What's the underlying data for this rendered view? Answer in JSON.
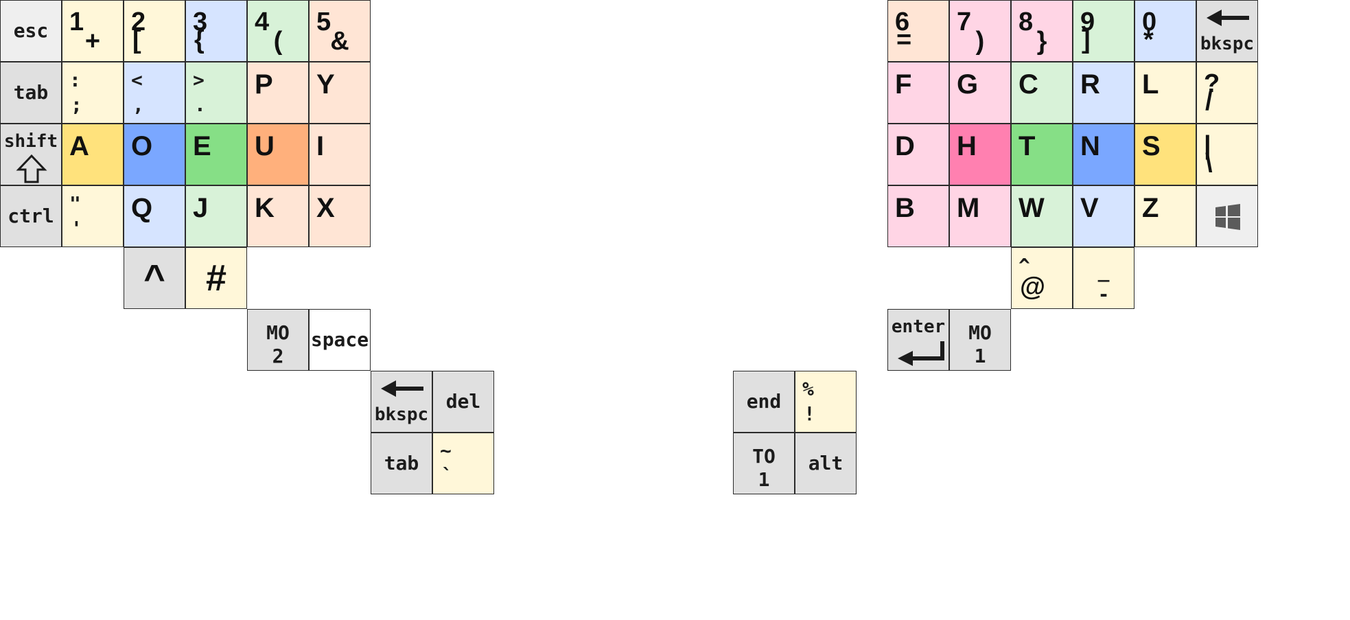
{
  "colors": {
    "gray": "#e0e0e0",
    "light_gray": "#efefef",
    "white": "#ffffff",
    "yellow_light": "#fff7d9",
    "yellow_home": "#ffe27c",
    "blue_light": "#d6e4ff",
    "blue_home": "#7aa7ff",
    "green_light": "#d8f2d8",
    "green_home": "#86df86",
    "peach_light": "#ffe5d5",
    "orange_home": "#ffb07c",
    "pink_light": "#ffd5e5",
    "pink_home": "#ff80b0"
  },
  "keys": [
    {
      "id": "esc",
      "name": "key-esc",
      "color": "light_gray",
      "labels": [
        {
          "text": "esc",
          "font": "mono",
          "pos": "center"
        }
      ]
    },
    {
      "id": "n1",
      "name": "key-1-plus",
      "color": "yellow_light",
      "labels": [
        {
          "text": "1",
          "font": "sans",
          "pos": "tl"
        },
        {
          "text": "+",
          "font": "sans",
          "pos": "bc"
        }
      ]
    },
    {
      "id": "n2",
      "name": "key-2-bracket",
      "color": "yellow_light",
      "labels": [
        {
          "text": "2",
          "font": "sans",
          "pos": "tl"
        },
        {
          "text": "[",
          "font": "sans",
          "pos": "bl"
        }
      ]
    },
    {
      "id": "n3",
      "name": "key-3-brace",
      "color": "blue_light",
      "labels": [
        {
          "text": "3",
          "font": "sans",
          "pos": "tl"
        },
        {
          "text": "{",
          "font": "sans",
          "pos": "bl"
        }
      ]
    },
    {
      "id": "n4",
      "name": "key-4-paren",
      "color": "green_light",
      "labels": [
        {
          "text": "4",
          "font": "sans",
          "pos": "tl"
        },
        {
          "text": "(",
          "font": "sans",
          "pos": "bc"
        }
      ]
    },
    {
      "id": "n5",
      "name": "key-5-ampersand",
      "color": "peach_light",
      "labels": [
        {
          "text": "5",
          "font": "sans",
          "pos": "tl"
        },
        {
          "text": "&",
          "font": "sans",
          "pos": "bc"
        }
      ]
    },
    {
      "id": "tab_l",
      "name": "key-tab",
      "color": "gray",
      "labels": [
        {
          "text": "tab",
          "font": "mono",
          "pos": "center"
        }
      ]
    },
    {
      "id": "colon",
      "name": "key-colon-semicolon",
      "color": "yellow_light",
      "labels": [
        {
          "text": ":",
          "font": "mono",
          "pos": "tl"
        },
        {
          "text": ";",
          "font": "mono",
          "pos": "bl"
        }
      ]
    },
    {
      "id": "lt",
      "name": "key-less-comma",
      "color": "blue_light",
      "labels": [
        {
          "text": "<",
          "font": "mono",
          "pos": "tl"
        },
        {
          "text": ",",
          "font": "mono",
          "pos": "bl"
        }
      ]
    },
    {
      "id": "gt",
      "name": "key-greater-period",
      "color": "green_light",
      "labels": [
        {
          "text": ">",
          "font": "mono",
          "pos": "tl"
        },
        {
          "text": ".",
          "font": "mono",
          "pos": "bl"
        }
      ]
    },
    {
      "id": "P",
      "name": "key-p",
      "color": "peach_light",
      "labels": [
        {
          "text": "P",
          "font": "sans",
          "pos": "tl"
        }
      ]
    },
    {
      "id": "Y",
      "name": "key-y",
      "color": "peach_light",
      "labels": [
        {
          "text": "Y",
          "font": "sans",
          "pos": "tl"
        }
      ]
    },
    {
      "id": "shift",
      "name": "key-shift",
      "color": "gray",
      "labels": [
        {
          "text": "shift",
          "font": "mono",
          "pos": "top"
        }
      ],
      "icon": "shift-arrow-icon"
    },
    {
      "id": "A",
      "name": "key-a",
      "color": "yellow_home",
      "labels": [
        {
          "text": "A",
          "font": "sans",
          "pos": "tl"
        }
      ]
    },
    {
      "id": "O",
      "name": "key-o",
      "color": "blue_home",
      "labels": [
        {
          "text": "O",
          "font": "sans",
          "pos": "tl"
        }
      ]
    },
    {
      "id": "E",
      "name": "key-e",
      "color": "green_home",
      "labels": [
        {
          "text": "E",
          "font": "sans",
          "pos": "tl"
        }
      ]
    },
    {
      "id": "U",
      "name": "key-u",
      "color": "orange_home",
      "labels": [
        {
          "text": "U",
          "font": "sans",
          "pos": "tl"
        }
      ]
    },
    {
      "id": "I",
      "name": "key-i",
      "color": "peach_light",
      "labels": [
        {
          "text": "I",
          "font": "sans",
          "pos": "tl"
        }
      ]
    },
    {
      "id": "ctrl",
      "name": "key-ctrl",
      "color": "gray",
      "labels": [
        {
          "text": "ctrl",
          "font": "mono",
          "pos": "center"
        }
      ]
    },
    {
      "id": "quote",
      "name": "key-quote",
      "color": "yellow_light",
      "labels": [
        {
          "text": "\"",
          "font": "mono",
          "pos": "tl"
        },
        {
          "text": "'",
          "font": "mono",
          "pos": "bl"
        }
      ]
    },
    {
      "id": "Q",
      "name": "key-q",
      "color": "blue_light",
      "labels": [
        {
          "text": "Q",
          "font": "sans",
          "pos": "tl"
        }
      ]
    },
    {
      "id": "J",
      "name": "key-j",
      "color": "green_light",
      "labels": [
        {
          "text": "J",
          "font": "sans",
          "pos": "tl"
        }
      ]
    },
    {
      "id": "K",
      "name": "key-k",
      "color": "peach_light",
      "labels": [
        {
          "text": "K",
          "font": "sans",
          "pos": "tl"
        }
      ]
    },
    {
      "id": "X",
      "name": "key-x",
      "color": "peach_light",
      "labels": [
        {
          "text": "X",
          "font": "sans",
          "pos": "tl"
        }
      ]
    },
    {
      "id": "caret_l",
      "name": "key-caret",
      "color": "gray",
      "labels": [
        {
          "text": "^",
          "font": "sans",
          "pos": "center"
        }
      ]
    },
    {
      "id": "hash",
      "name": "key-hash",
      "color": "yellow_light",
      "labels": [
        {
          "text": "#",
          "font": "sans",
          "pos": "center"
        }
      ]
    },
    {
      "id": "mo2",
      "name": "key-mo-2",
      "color": "gray",
      "labels": [
        {
          "text": "MO",
          "font": "mono",
          "pos": "c1"
        },
        {
          "text": "2",
          "font": "mono",
          "pos": "c2"
        }
      ]
    },
    {
      "id": "space",
      "name": "key-space",
      "color": "white",
      "labels": [
        {
          "text": "space",
          "font": "mono",
          "pos": "center"
        }
      ]
    },
    {
      "id": "bksp_l",
      "name": "key-backspace-thumb",
      "color": "gray",
      "labels": [
        {
          "text": "bkspc",
          "font": "mono",
          "pos": "bottom"
        }
      ],
      "icon": "backspace-arrow-icon"
    },
    {
      "id": "del",
      "name": "key-del",
      "color": "gray",
      "labels": [
        {
          "text": "del",
          "font": "mono",
          "pos": "center"
        }
      ]
    },
    {
      "id": "tab_t",
      "name": "key-tab-thumb",
      "color": "gray",
      "labels": [
        {
          "text": "tab",
          "font": "mono",
          "pos": "center"
        }
      ]
    },
    {
      "id": "tilde",
      "name": "key-tilde-grave",
      "color": "yellow_light",
      "labels": [
        {
          "text": "~",
          "font": "mono",
          "pos": "tl"
        },
        {
          "text": "`",
          "font": "mono",
          "pos": "bl"
        }
      ]
    },
    {
      "id": "n6",
      "name": "key-6-equals",
      "color": "peach_light",
      "labels": [
        {
          "text": "6",
          "font": "sans",
          "pos": "tl"
        },
        {
          "text": "=",
          "font": "sans",
          "pos": "bl"
        }
      ]
    },
    {
      "id": "n7",
      "name": "key-7-paren",
      "color": "pink_light",
      "labels": [
        {
          "text": "7",
          "font": "sans",
          "pos": "tl"
        },
        {
          "text": ")",
          "font": "sans",
          "pos": "bc"
        }
      ]
    },
    {
      "id": "n8",
      "name": "key-8-brace",
      "color": "pink_light",
      "labels": [
        {
          "text": "8",
          "font": "sans",
          "pos": "tl"
        },
        {
          "text": "}",
          "font": "sans",
          "pos": "bc"
        }
      ]
    },
    {
      "id": "n9",
      "name": "key-9-bracket",
      "color": "green_light",
      "labels": [
        {
          "text": "9",
          "font": "sans",
          "pos": "tl"
        },
        {
          "text": "]",
          "font": "sans",
          "pos": "bl"
        }
      ]
    },
    {
      "id": "n0",
      "name": "key-0-asterisk",
      "color": "blue_light",
      "labels": [
        {
          "text": "0",
          "font": "sans",
          "pos": "tl"
        },
        {
          "text": "*",
          "font": "sans",
          "pos": "bl"
        }
      ]
    },
    {
      "id": "bksp_r",
      "name": "key-backspace",
      "color": "gray",
      "labels": [
        {
          "text": "bkspc",
          "font": "mono",
          "pos": "bottom"
        }
      ],
      "icon": "backspace-arrow-icon"
    },
    {
      "id": "F",
      "name": "key-f",
      "color": "pink_light",
      "labels": [
        {
          "text": "F",
          "font": "sans",
          "pos": "tl"
        }
      ]
    },
    {
      "id": "G",
      "name": "key-g",
      "color": "pink_light",
      "labels": [
        {
          "text": "G",
          "font": "sans",
          "pos": "tl"
        }
      ]
    },
    {
      "id": "C",
      "name": "key-c",
      "color": "green_light",
      "labels": [
        {
          "text": "C",
          "font": "sans",
          "pos": "tl"
        }
      ]
    },
    {
      "id": "R",
      "name": "key-r",
      "color": "blue_light",
      "labels": [
        {
          "text": "R",
          "font": "sans",
          "pos": "tl"
        }
      ]
    },
    {
      "id": "L",
      "name": "key-l",
      "color": "yellow_light",
      "labels": [
        {
          "text": "L",
          "font": "sans",
          "pos": "tl"
        }
      ]
    },
    {
      "id": "qmark",
      "name": "key-question-slash",
      "color": "yellow_light",
      "labels": [
        {
          "text": "?",
          "font": "sans",
          "pos": "tl"
        },
        {
          "text": "/",
          "font": "sans",
          "pos": "bl"
        }
      ]
    },
    {
      "id": "D",
      "name": "key-d",
      "color": "pink_light",
      "labels": [
        {
          "text": "D",
          "font": "sans",
          "pos": "tl"
        }
      ]
    },
    {
      "id": "H",
      "name": "key-h",
      "color": "pink_home",
      "labels": [
        {
          "text": "H",
          "font": "sans",
          "pos": "tl"
        }
      ]
    },
    {
      "id": "T",
      "name": "key-t",
      "color": "green_home",
      "labels": [
        {
          "text": "T",
          "font": "sans",
          "pos": "tl"
        }
      ]
    },
    {
      "id": "N",
      "name": "key-n",
      "color": "blue_home",
      "labels": [
        {
          "text": "N",
          "font": "sans",
          "pos": "tl"
        }
      ]
    },
    {
      "id": "S",
      "name": "key-s",
      "color": "yellow_home",
      "labels": [
        {
          "text": "S",
          "font": "sans",
          "pos": "tl"
        }
      ]
    },
    {
      "id": "pipe",
      "name": "key-pipe-backslash",
      "color": "yellow_light",
      "labels": [
        {
          "text": "|",
          "font": "sans",
          "pos": "tl"
        },
        {
          "text": "\\",
          "font": "sans",
          "pos": "bl"
        }
      ]
    },
    {
      "id": "B",
      "name": "key-b",
      "color": "pink_light",
      "labels": [
        {
          "text": "B",
          "font": "sans",
          "pos": "tl"
        }
      ]
    },
    {
      "id": "M",
      "name": "key-m",
      "color": "pink_light",
      "labels": [
        {
          "text": "M",
          "font": "sans",
          "pos": "tl"
        }
      ]
    },
    {
      "id": "W",
      "name": "key-w",
      "color": "green_light",
      "labels": [
        {
          "text": "W",
          "font": "sans",
          "pos": "tl"
        }
      ]
    },
    {
      "id": "V",
      "name": "key-v",
      "color": "blue_light",
      "labels": [
        {
          "text": "V",
          "font": "sans",
          "pos": "tl"
        }
      ]
    },
    {
      "id": "Z",
      "name": "key-z",
      "color": "yellow_light",
      "labels": [
        {
          "text": "Z",
          "font": "sans",
          "pos": "tl"
        }
      ]
    },
    {
      "id": "win",
      "name": "key-windows",
      "color": "light_gray",
      "labels": [],
      "icon": "windows-logo-icon"
    },
    {
      "id": "caret_at",
      "name": "key-caret-at",
      "color": "yellow_light",
      "labels": [
        {
          "text": "^",
          "font": "mono",
          "pos": "tl"
        },
        {
          "text": "@",
          "font": "sans",
          "pos": "bl"
        }
      ]
    },
    {
      "id": "under",
      "name": "key-underscore-minus",
      "color": "yellow_light",
      "labels": [
        {
          "text": "_",
          "font": "mono",
          "pos": "c1"
        },
        {
          "text": "-",
          "font": "mono",
          "pos": "c2"
        }
      ]
    },
    {
      "id": "enter",
      "name": "key-enter",
      "color": "gray",
      "labels": [
        {
          "text": "enter",
          "font": "mono",
          "pos": "top"
        }
      ],
      "icon": "enter-arrow-icon"
    },
    {
      "id": "mo1",
      "name": "key-mo-1",
      "color": "gray",
      "labels": [
        {
          "text": "MO",
          "font": "mono",
          "pos": "c1"
        },
        {
          "text": "1",
          "font": "mono",
          "pos": "c2"
        }
      ]
    },
    {
      "id": "end",
      "name": "key-end",
      "color": "gray",
      "labels": [
        {
          "text": "end",
          "font": "mono",
          "pos": "center"
        }
      ]
    },
    {
      "id": "pct",
      "name": "key-percent-bang",
      "color": "yellow_light",
      "labels": [
        {
          "text": "%",
          "font": "mono",
          "pos": "tl"
        },
        {
          "text": "!",
          "font": "mono",
          "pos": "bl"
        }
      ]
    },
    {
      "id": "to1",
      "name": "key-to-1",
      "color": "gray",
      "labels": [
        {
          "text": "TO",
          "font": "mono",
          "pos": "c1"
        },
        {
          "text": "1",
          "font": "mono",
          "pos": "c2"
        }
      ]
    },
    {
      "id": "alt",
      "name": "key-alt",
      "color": "gray",
      "labels": [
        {
          "text": "alt",
          "font": "mono",
          "pos": "center"
        }
      ]
    }
  ]
}
